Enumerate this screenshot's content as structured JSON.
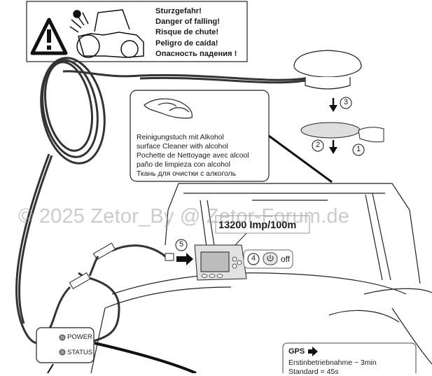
{
  "warning": {
    "lines": [
      "Sturzgefahr!",
      "Danger of falling!",
      "Risque de chute!",
      "Peligro de caída!",
      "Опасность падения !"
    ]
  },
  "cleaning": {
    "lines": [
      "Reinigungstuch mit Alkohol",
      "surface Cleaner with alcohol",
      "Pochette de Nettoyage avec alcool",
      "paño de limpieza con alcohol",
      "Ткань для очистки с алкоголь"
    ]
  },
  "steps": {
    "s1": "1",
    "s2": "2",
    "s3": "3",
    "s4": "4",
    "s5": "5"
  },
  "display": {
    "impulse": "13200 Imp/100m",
    "off_label": "off"
  },
  "module": {
    "power_label": "POWER",
    "status_label": "STATUS"
  },
  "gps": {
    "title": "GPS",
    "line1": "Erstinbetriebnahme ~ 3min",
    "line2": "Standard = 45s"
  },
  "watermark": "© 2025 Zetor_By @ Zetor-Forum.de"
}
